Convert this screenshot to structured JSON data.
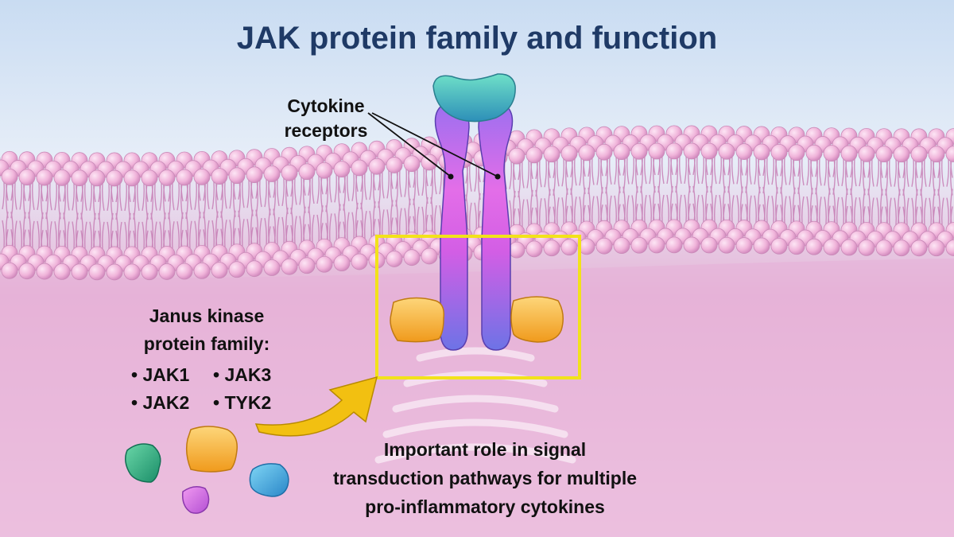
{
  "title": "JAK protein family and function",
  "receptor_label": [
    "Cytokine",
    "receptors"
  ],
  "family_heading": [
    "Janus kinase",
    "protein family:"
  ],
  "family_members": [
    "JAK1",
    "JAK3",
    "JAK2",
    "TYK2"
  ],
  "role_text": [
    "Important role in signal",
    "transduction pathways for multiple",
    "pro-inflammatory cytokines"
  ],
  "colors": {
    "title": "#1f3a66",
    "highlight_box": "#f2e21a",
    "arrow": "#f2c011",
    "receptor": "#8b5be8",
    "kinase": "#f3b63a",
    "cytokine": "#3cc6b0",
    "membrane_head": "#f0b4da"
  }
}
